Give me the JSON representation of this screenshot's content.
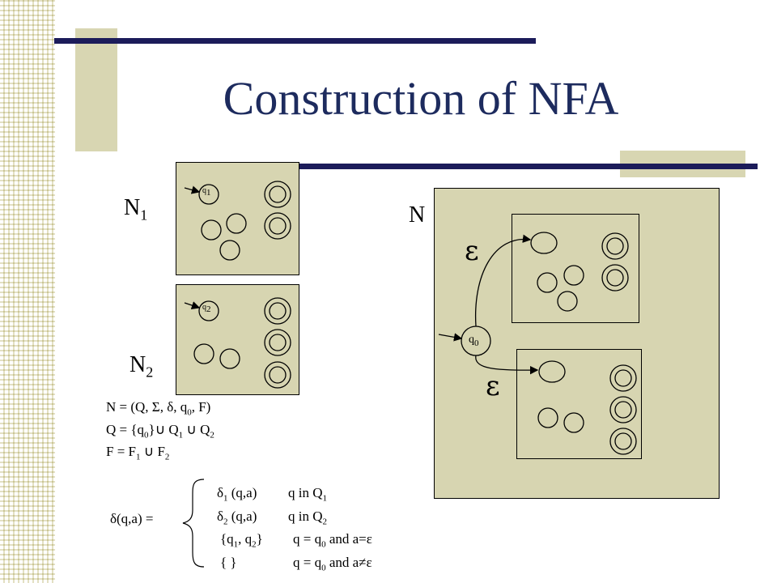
{
  "slide": {
    "title": "Construction of NFA",
    "n1_label": "N",
    "n1_sub": "1",
    "n2_label": "N",
    "n2_sub": "2",
    "n_label": "N",
    "q1_label": "q1",
    "q2_label": "q2",
    "q0_label": "q0",
    "epsilon_top": "ε",
    "epsilon_bottom": "ε"
  },
  "definitions": {
    "line1": "N = (Q, Σ, δ, q0, F)",
    "line2": "Q = {q0}∪ Q1 ∪ Q2",
    "line3": "F = F1 ∪ F2"
  },
  "transition": {
    "lhs": "δ(q,a) =",
    "case1_expr": "δ1 (q,a)",
    "case1_cond": "q in Q1",
    "case2_expr": "δ2 (q,a)",
    "case2_cond": "q in Q2",
    "case3_expr": "{q1, q2}",
    "case3_cond": "q = q0 and a=ε",
    "case4_expr": "{ }",
    "case4_cond": "q = q0 and a≠ε"
  },
  "colors": {
    "title": "#1d2b5e",
    "box_fill": "#d7d5b1",
    "accent_bar": "#1c1c5a"
  }
}
